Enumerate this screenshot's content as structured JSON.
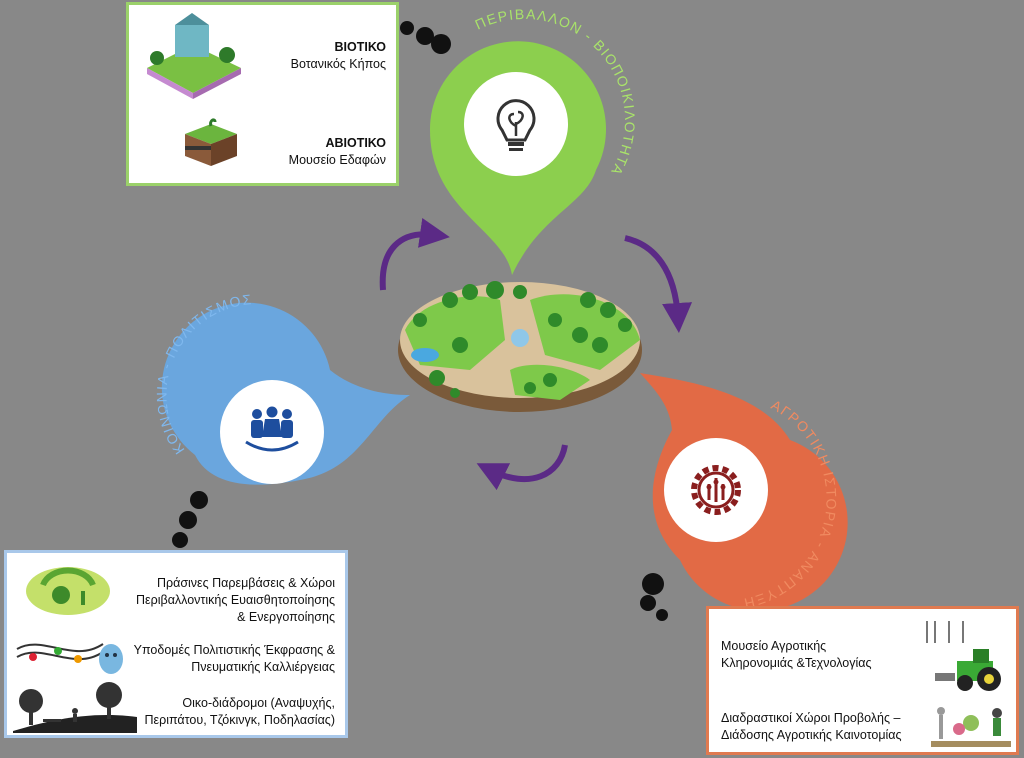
{
  "colors": {
    "background": "#888888",
    "green": "#8ccf4e",
    "blue": "#6aa6de",
    "orange": "#e26a45",
    "arrow": "#5b2a86"
  },
  "environment": {
    "arc_label": "ΠΕΡΙΒΑΛΛΟΝ - ΒΙΟΠΟΙΚΙΛΟΤΗΤΑ",
    "icon": "lightbulb-leaf-icon",
    "box": {
      "item1_title": "ΒΙΟΤΙΚΟ",
      "item1_text": "Βοτανικός Κήπος",
      "item2_title": "ΑΒΙΟΤΙΚΟ",
      "item2_text": "Μουσείο Εδαφών"
    }
  },
  "society": {
    "arc_label": "ΚΟΙΝΩΝΙΑ - ΠΟΛΙΤΙΣΜΟΣ",
    "icon": "people-icon",
    "box": {
      "item1_l1": "Πράσινες Παρεμβάσεις & Χώροι",
      "item1_l2": "Περιβαλλοντικής Ευαισθητοποίησης",
      "item1_l3": "& Ενεργοποίησης",
      "item2_l1": "Υποδομές Πολιτιστικής Έκφρασης &",
      "item2_l2": "Πνευματικής Καλλιέργειας",
      "item3_l1": "Οικο-διάδρομοι (Αναψυχής,",
      "item3_l2": "Περιπάτου, Τζόκινγκ, Ποδηλασίας)"
    }
  },
  "agriculture": {
    "arc_label": "ΑΓΡΟΤΙΚΗ ΙΣΤΟΡΙΑ - ΑΝΑΠΤΥΞΗ",
    "icon": "gear-wheat-icon",
    "box": {
      "item1_l1": "Μουσείο Αγροτικής",
      "item1_l2": "Κληρονομιάς &Τεχνολογίας",
      "item2_l1": "Διαδραστικοί Χώροι Προβολής –",
      "item2_l2": "Διάδοσης Αγροτικής Καινοτομίας"
    }
  },
  "center": {
    "image": "park-map-illustration"
  }
}
